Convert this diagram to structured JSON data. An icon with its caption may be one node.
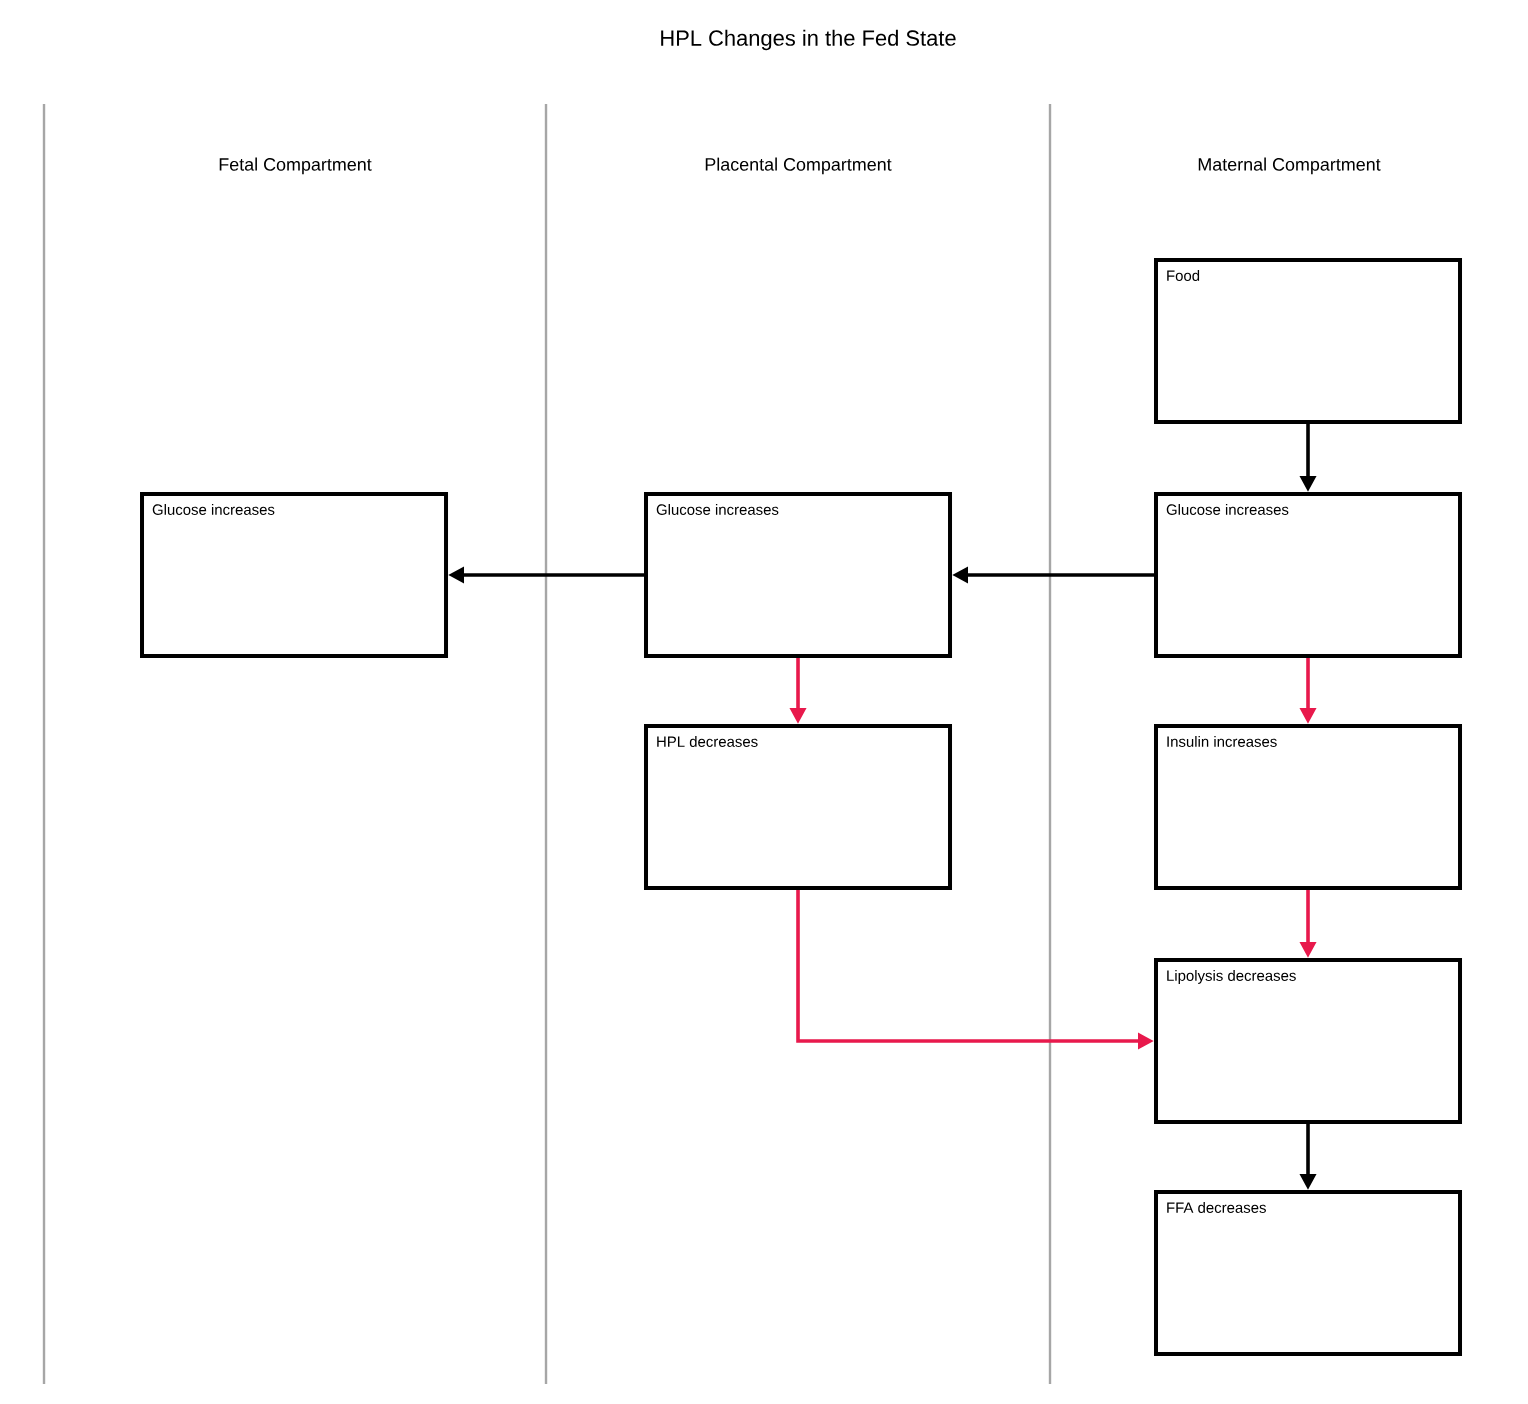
{
  "diagram": {
    "title": "HPL Changes in the Fed State",
    "nodes": [
      {
        "text": [
          "Food"
        ]
      },
      {
        "text": [
          "Glucose increases"
        ]
      },
      {
        "text": [
          "Glucose increases"
        ]
      },
      {
        "text": [
          "Glucose increases"
        ]
      },
      {
        "text": [
          "HPL decreases"
        ]
      },
      {
        "text": [
          "Insulin increases"
        ]
      },
      {
        "text": [
          "Lipolysis decreases"
        ]
      },
      {
        "text": [
          "FFA decreases"
        ]
      }
    ],
    "edges": [
      {
        "from": 0,
        "to": 3,
        "arrow": "to"
      },
      {
        "from": 3,
        "to": 2,
        "arrow": "to"
      },
      {
        "from": 2,
        "to": 1,
        "arrow": "to"
      },
      {
        "from": 2,
        "to": 4,
        "arrow": "to",
        "color": "#e8194c"
      },
      {
        "from": 3,
        "to": 5,
        "arrow": "to",
        "color": "#e8194c"
      },
      {
        "from": 5,
        "to": 6,
        "arrow": "to",
        "color": "#e8194c"
      },
      {
        "from": 4,
        "to": 6,
        "arrow": "to",
        "color": "#e8194c"
      },
      {
        "from": 6,
        "to": 7,
        "arrow": "to"
      }
    ],
    "labels": [
      "Fetal Compartment",
      "Placental Compartment",
      "Maternal Compartment"
    ]
  }
}
